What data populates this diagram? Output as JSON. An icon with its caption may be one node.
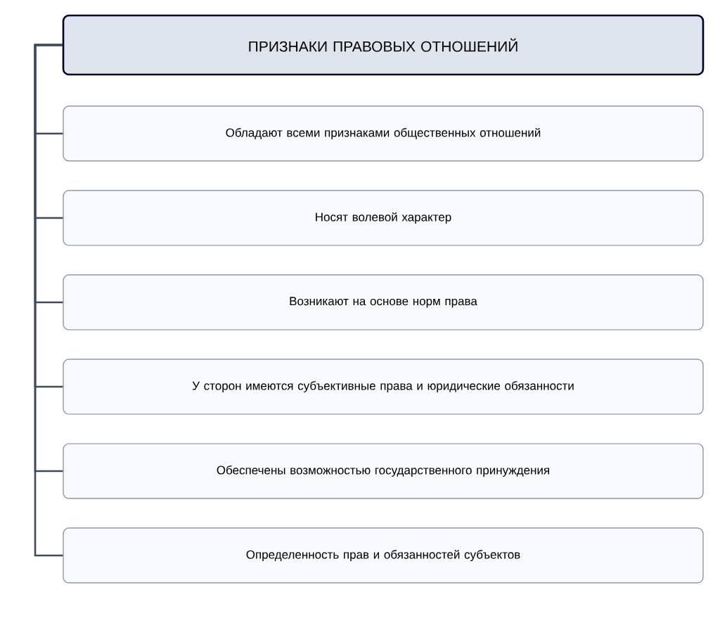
{
  "diagram": {
    "nodes": [
      {
        "text": [
          "ПРИЗНАКИ ПРАВОВЫХ ОТНОШЕНИЙ"
        ]
      },
      {
        "text": [
          "Обладают всеми признаками общественных отношений"
        ]
      },
      {
        "text": [
          "Носят волевой характер"
        ]
      },
      {
        "text": [
          "Возникают на основе норм права"
        ]
      },
      {
        "text": [
          "У сторон имеются субъективные права и юридические обязанности"
        ]
      },
      {
        "text": [
          "Обеспечены возможностью государственного принуждения"
        ]
      },
      {
        "text": [
          "Определенность прав и обязанностей субъектов"
        ]
      }
    ],
    "edges": [
      {
        "from": 0,
        "to": 1,
        "arrow": "none"
      },
      {
        "from": 0,
        "to": 2,
        "arrow": "none"
      },
      {
        "from": 0,
        "to": 3,
        "arrow": "none"
      },
      {
        "from": 0,
        "to": 4,
        "arrow": "none"
      },
      {
        "from": 0,
        "to": 5,
        "arrow": "none"
      },
      {
        "from": 0,
        "to": 6,
        "arrow": "none"
      }
    ]
  }
}
